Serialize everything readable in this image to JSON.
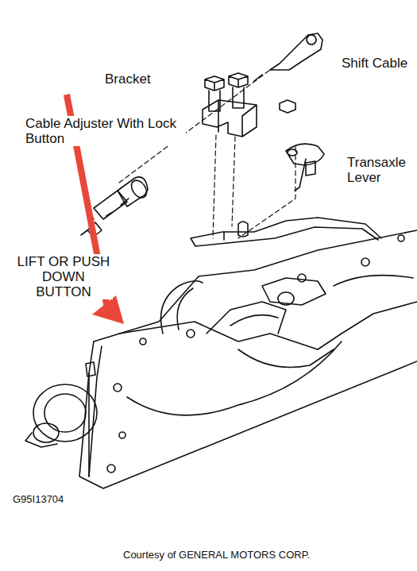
{
  "diagram": {
    "caption": "Courtesy of GENERAL MOTORS CORP.",
    "labels": [
      "Bracket",
      "Cable Adjuster With Lock Button",
      "Shift Cable",
      "Transaxle Lever",
      "LIFT OR PUSH DOWN BUTTON",
      "G95I13704"
    ]
  }
}
